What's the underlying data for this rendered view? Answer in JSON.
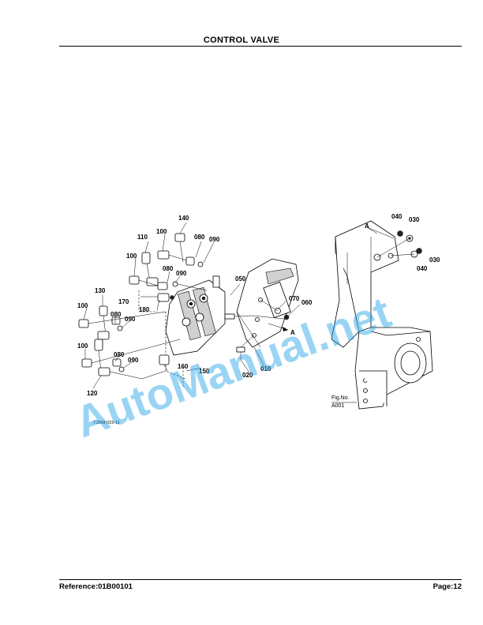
{
  "header": {
    "title": "CONTROL VALVE"
  },
  "footer": {
    "reference": "Reference:01B00101",
    "page": "Page:12"
  },
  "figure": {
    "fig_no_label": "Fig.No.",
    "fig_no_value": "A001",
    "drawing_code": "TJ268-015-11",
    "section_marker": "A",
    "callouts": {
      "c140": "140",
      "c110": "110",
      "c100a": "100",
      "c080a": "080",
      "c090a": "090",
      "c100b": "100",
      "c080b": "080",
      "c090b": "090",
      "c130": "130",
      "c170": "170",
      "c180": "180",
      "c100c": "100",
      "c080c": "080",
      "c090c": "090",
      "c100d": "100",
      "c080d": "080",
      "c090d": "090",
      "c120": "120",
      "c160": "160",
      "c150": "150",
      "c050": "050",
      "c070": "070",
      "c060": "060",
      "c020": "020",
      "c010": "010",
      "c040a": "040",
      "c030a": "030",
      "c030b": "030",
      "c040b": "040"
    }
  },
  "watermark": {
    "text": "AutoManual.net"
  }
}
